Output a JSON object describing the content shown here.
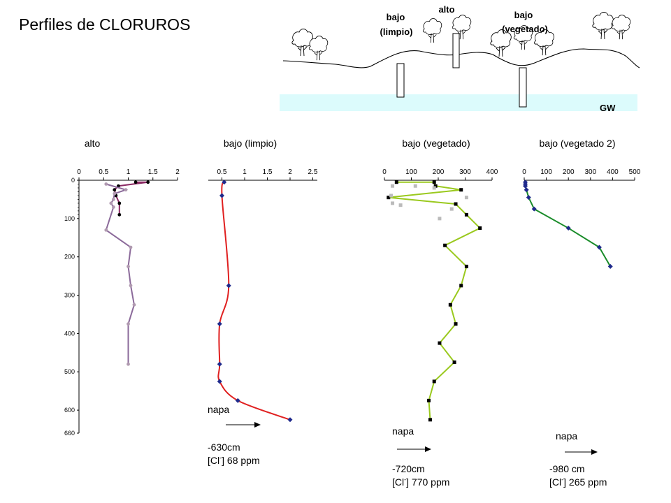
{
  "title": "Perfiles de CLORUROS",
  "landscape": {
    "labels": [
      {
        "name": "bajo-limpio-label",
        "line1": "bajo",
        "line2": "(limpio)"
      },
      {
        "name": "alto-label",
        "line1": "alto",
        "line2": ""
      },
      {
        "name": "bajo-vegetado-label",
        "line1": "bajo",
        "line2": "(vegetado)"
      }
    ],
    "gw_label": "GW",
    "gw_color": "#dcfbfc"
  },
  "chart_data": [
    {
      "type": "line",
      "title": "alto",
      "x_ticks": [
        "0",
        "0.5",
        "1",
        "1.5",
        "2"
      ],
      "x_range": [
        0,
        2
      ],
      "y_range": [
        0,
        660
      ],
      "y_ticks": [
        "0",
        "100",
        "200",
        "300",
        "400",
        "500",
        "600",
        "660"
      ],
      "y_inverted": true,
      "series": [
        {
          "color": "#000000",
          "line_color": "#8b2a64",
          "marker": "circle",
          "points": [
            [
              1.15,
              5
            ],
            [
              1.4,
              5
            ],
            [
              0.8,
              15
            ],
            [
              0.72,
              25
            ],
            [
              0.75,
              40
            ],
            [
              0.82,
              60
            ],
            [
              0.82,
              90
            ]
          ]
        },
        {
          "color": "#b09ab0",
          "line_color": "#8b6a9a",
          "marker": "circle",
          "points": [
            [
              0.55,
              10
            ],
            [
              0.95,
              25
            ],
            [
              0.72,
              35
            ],
            [
              0.7,
              50
            ],
            [
              0.65,
              60
            ],
            [
              0.7,
              70
            ],
            [
              0.55,
              130
            ],
            [
              1.05,
              175
            ],
            [
              1.0,
              225
            ],
            [
              1.05,
              275
            ],
            [
              1.12,
              325
            ],
            [
              1.0,
              375
            ],
            [
              1.0,
              480
            ]
          ]
        }
      ]
    },
    {
      "type": "line",
      "title": "bajo (limpio)",
      "x_ticks": [
        "0.5",
        "1",
        "1.5",
        "2",
        "2.5"
      ],
      "x_range": [
        0.2,
        2.6
      ],
      "y_range": [
        0,
        660
      ],
      "series": [
        {
          "color": "#1f2a8c",
          "line_color": "#e02020",
          "marker": "diamond",
          "smooth": true,
          "points": [
            [
              0.55,
              5
            ],
            [
              0.5,
              40
            ],
            [
              0.65,
              275
            ],
            [
              0.45,
              375
            ],
            [
              0.45,
              480
            ],
            [
              0.45,
              525
            ],
            [
              0.85,
              575
            ],
            [
              2.0,
              625
            ]
          ]
        }
      ]
    },
    {
      "type": "line",
      "title": "bajo (vegetado)",
      "x_ticks": [
        "0",
        "100",
        "200",
        "300",
        "400"
      ],
      "x_range": [
        0,
        400
      ],
      "y_range": [
        0,
        660
      ],
      "series": [
        {
          "color": "#000000",
          "line_color": "#9ac91e",
          "marker": "square",
          "points": [
            [
              45,
              5
            ],
            [
              185,
              5
            ],
            [
              190,
              15
            ],
            [
              285,
              25
            ],
            [
              15,
              45
            ],
            [
              265,
              62
            ],
            [
              305,
              90
            ],
            [
              355,
              125
            ],
            [
              225,
              170
            ],
            [
              305,
              225
            ],
            [
              285,
              275
            ],
            [
              245,
              325
            ],
            [
              265,
              375
            ],
            [
              205,
              425
            ],
            [
              260,
              475
            ],
            [
              185,
              525
            ],
            [
              165,
              575
            ],
            [
              170,
              625
            ]
          ]
        },
        {
          "color": "#bbbbbb",
          "line_color": "none",
          "marker": "square",
          "points": [
            [
              30,
              15
            ],
            [
              115,
              15
            ],
            [
              25,
              40
            ],
            [
              30,
              60
            ],
            [
              60,
              65
            ],
            [
              185,
              20
            ],
            [
              305,
              45
            ],
            [
              250,
              75
            ],
            [
              205,
              100
            ]
          ]
        }
      ]
    },
    {
      "type": "line",
      "title": "bajo (vegetado 2)",
      "x_ticks": [
        "0",
        "100",
        "200",
        "300",
        "400",
        "500"
      ],
      "x_range": [
        0,
        500
      ],
      "y_range": [
        0,
        660
      ],
      "series": [
        {
          "color": "#1f2a8c",
          "line_color": "#1a8c2a",
          "marker": "diamond",
          "points": [
            [
              5,
              5
            ],
            [
              5,
              10
            ],
            [
              5,
              15
            ],
            [
              10,
              25
            ],
            [
              20,
              45
            ],
            [
              45,
              75
            ],
            [
              200,
              125
            ],
            [
              340,
              175
            ],
            [
              390,
              225
            ]
          ]
        }
      ]
    }
  ],
  "annotations": [
    {
      "name": "napa-note-1",
      "napa": "napa",
      "depth": "-630cm",
      "conc_pre": "[Cl",
      "conc_sup": "-",
      "conc_post": "] 68 ppm"
    },
    {
      "name": "napa-note-2",
      "napa": "napa",
      "depth": "-720cm",
      "conc_pre": "[Cl",
      "conc_sup": "-",
      "conc_post": "] 770 ppm"
    },
    {
      "name": "napa-note-3",
      "napa": "napa",
      "depth": "-980 cm",
      "conc_pre": "[Cl",
      "conc_sup": "-",
      "conc_post": "] 265 ppm"
    }
  ]
}
